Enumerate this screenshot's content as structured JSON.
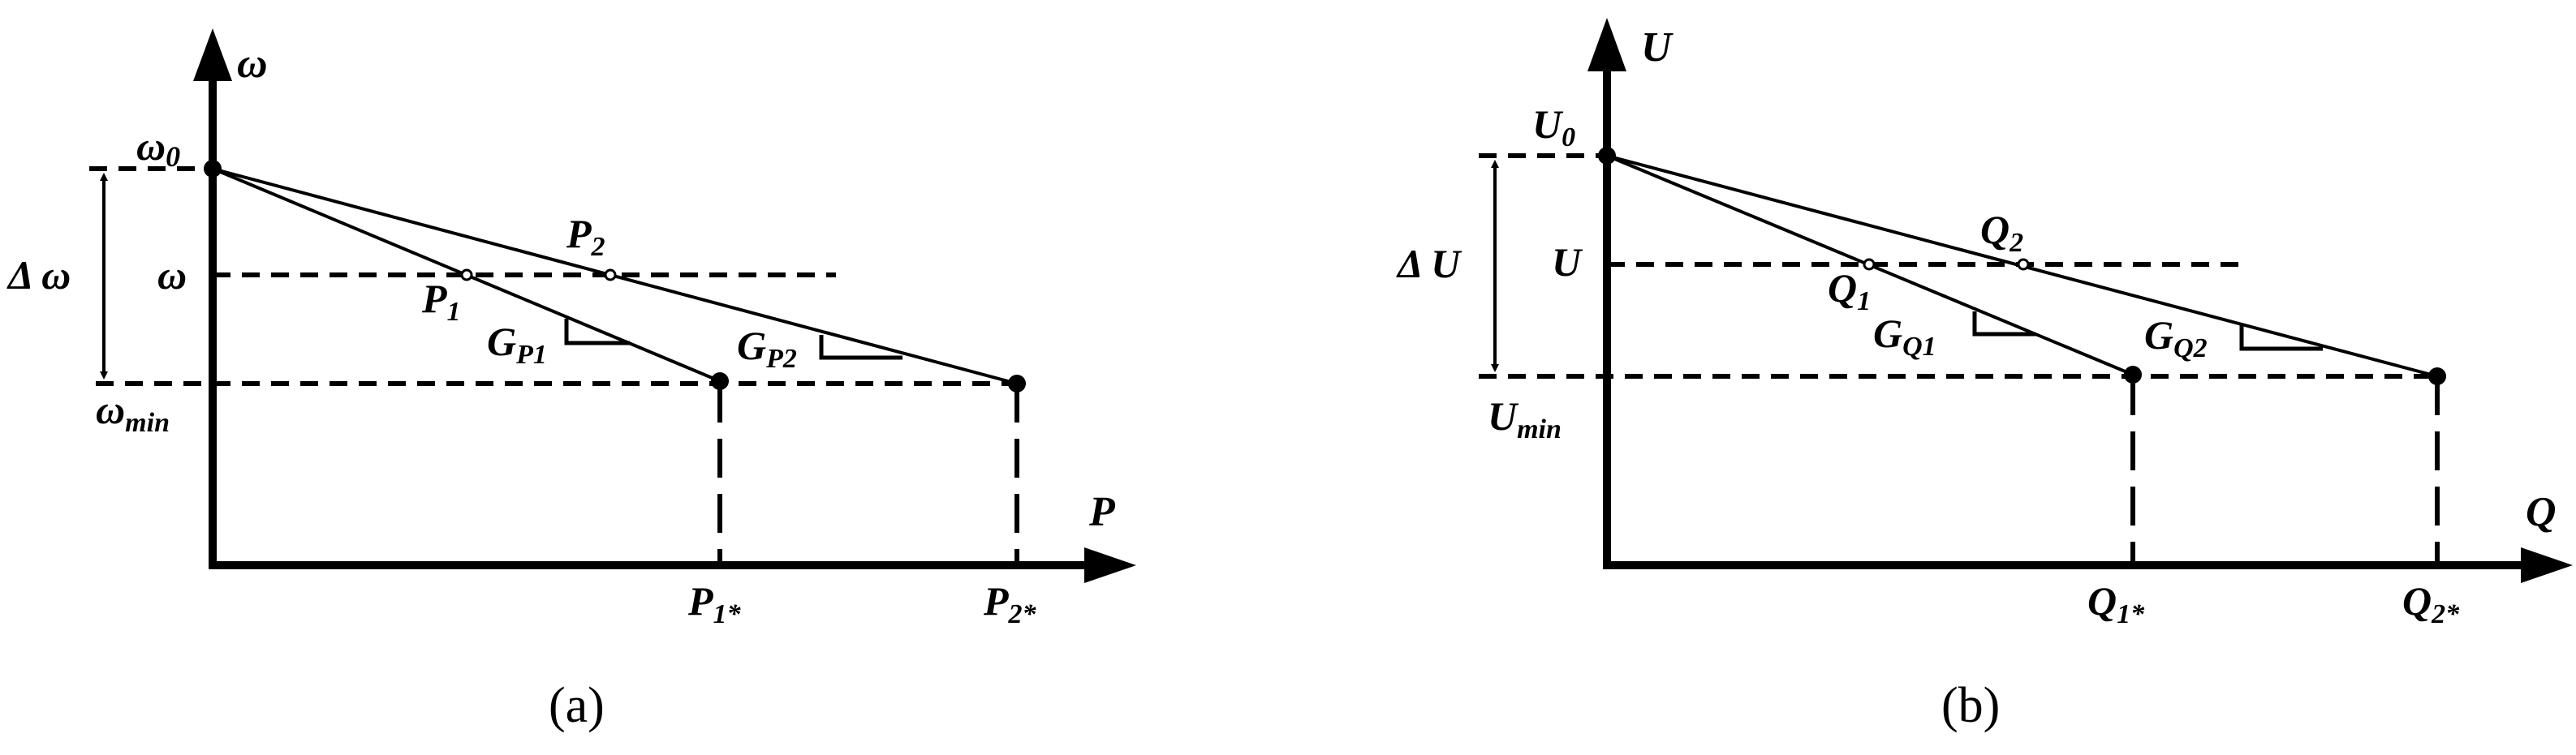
{
  "panel_a": {
    "caption": "(a)",
    "y_axis_label": "ω",
    "x_axis_label": "P",
    "labels": {
      "w0": "ω",
      "w0_sub": "0",
      "w": "ω",
      "wmin": "ω",
      "wmin_sub": "min",
      "delta": "Δ ω",
      "p1": "P",
      "p1_sub": "1",
      "p2": "P",
      "p2_sub": "2",
      "gp1": "G",
      "gp1_sub": "P1",
      "gp2": "G",
      "gp2_sub": "P2",
      "p1s": "P",
      "p1s_sub": "1*",
      "p2s": "P",
      "p2s_sub": "2*"
    }
  },
  "panel_b": {
    "caption": "(b)",
    "y_axis_label": "U",
    "x_axis_label": "Q",
    "labels": {
      "u0": "U",
      "u0_sub": "0",
      "u": "U",
      "umin": "U",
      "umin_sub": "min",
      "delta": "Δ U",
      "q1": "Q",
      "q1_sub": "1",
      "q2": "Q",
      "q2_sub": "2",
      "gq1": "G",
      "gq1_sub": "Q1",
      "gq2": "G",
      "gq2_sub": "Q2",
      "q1s": "Q",
      "q1s_sub": "1*",
      "q2s": "Q",
      "q2s_sub": "2*"
    }
  }
}
